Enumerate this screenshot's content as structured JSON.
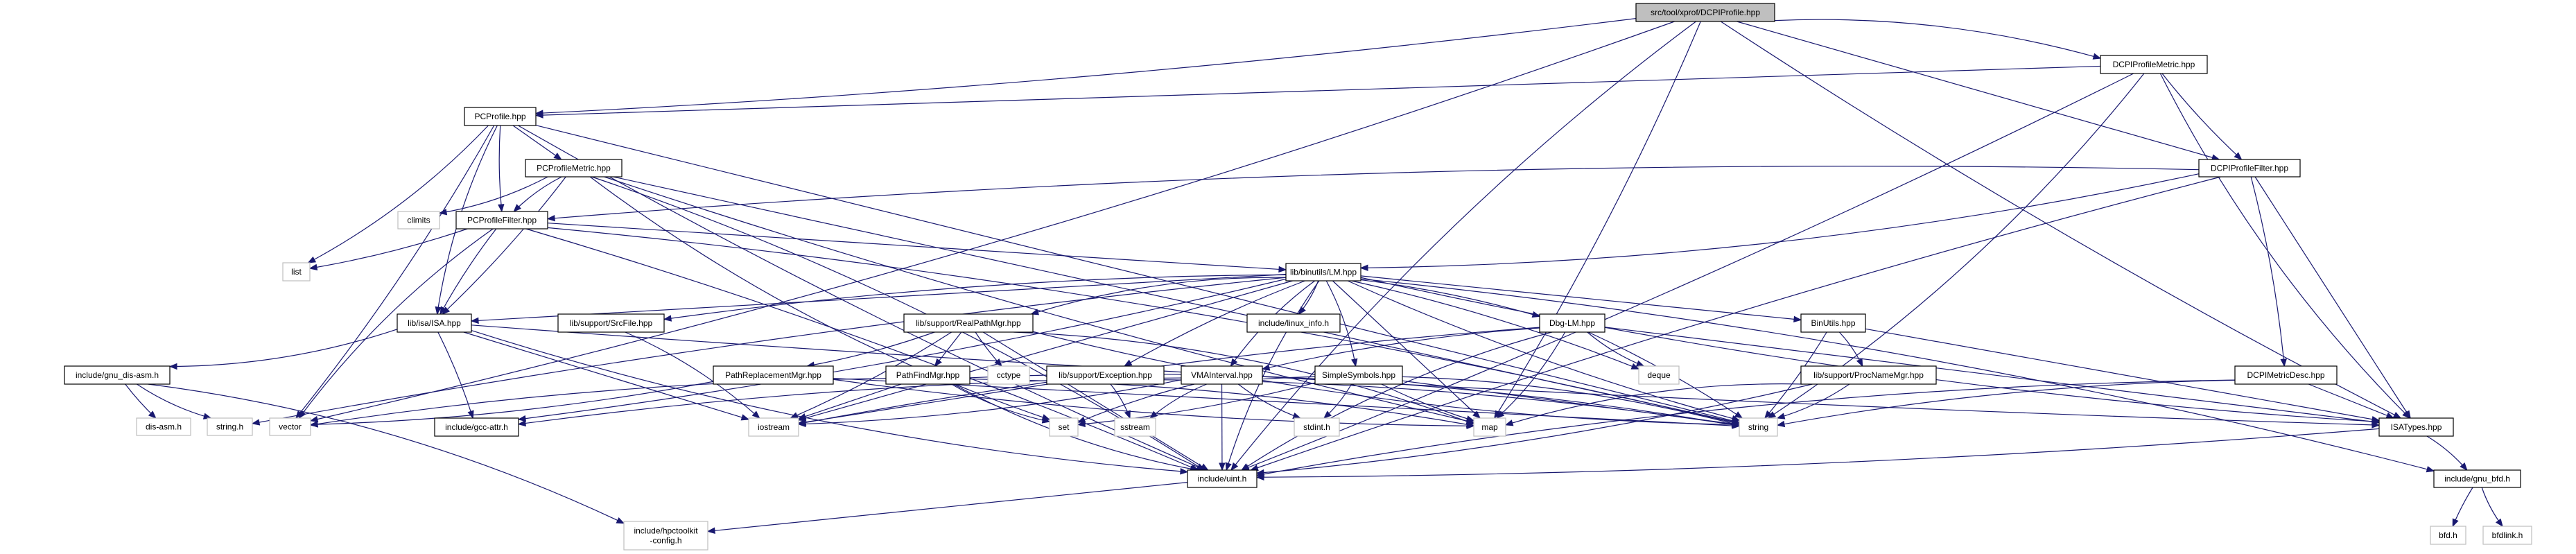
{
  "title": "Include dependency graph for src/tool/xprof/DCPIProfile.hpp",
  "colors": {
    "edge": "#191970",
    "root_fill": "#bfbfbf",
    "internal_border": "#000000",
    "external_border": "#bfbfbf",
    "node_fill": "#ffffff"
  },
  "nodes": [
    {
      "id": "root",
      "label": "src/tool/xprof/DCPIProfile.hpp",
      "kind": "root"
    },
    {
      "id": "dcpimetric",
      "label": "DCPIProfileMetric.hpp",
      "kind": "internal"
    },
    {
      "id": "pcprofile",
      "label": "PCProfile.hpp",
      "kind": "internal"
    },
    {
      "id": "dcpifilter",
      "label": "DCPIProfileFilter.hpp",
      "kind": "internal"
    },
    {
      "id": "pcmetric",
      "label": "PCProfileMetric.hpp",
      "kind": "internal"
    },
    {
      "id": "climits",
      "label": "climits",
      "kind": "external"
    },
    {
      "id": "pcfilter",
      "label": "PCProfileFilter.hpp",
      "kind": "internal"
    },
    {
      "id": "list",
      "label": "list",
      "kind": "external"
    },
    {
      "id": "lm",
      "label": "lib/binutils/LM.hpp",
      "kind": "internal"
    },
    {
      "id": "isa",
      "label": "lib/isa/ISA.hpp",
      "kind": "internal"
    },
    {
      "id": "srcfile",
      "label": "lib/support/SrcFile.hpp",
      "kind": "internal"
    },
    {
      "id": "realpath",
      "label": "lib/support/RealPathMgr.hpp",
      "kind": "internal"
    },
    {
      "id": "linuxinfo",
      "label": "include/linux_info.h",
      "kind": "internal"
    },
    {
      "id": "dbglm",
      "label": "Dbg-LM.hpp",
      "kind": "internal"
    },
    {
      "id": "binutils",
      "label": "BinUtils.hpp",
      "kind": "internal"
    },
    {
      "id": "disasm",
      "label": "include/gnu_dis-asm.h",
      "kind": "internal"
    },
    {
      "id": "pathrepl",
      "label": "PathReplacementMgr.hpp",
      "kind": "internal"
    },
    {
      "id": "pathfind",
      "label": "PathFindMgr.hpp",
      "kind": "internal"
    },
    {
      "id": "cctype",
      "label": "cctype",
      "kind": "external"
    },
    {
      "id": "exception",
      "label": "lib/support/Exception.hpp",
      "kind": "internal"
    },
    {
      "id": "vma",
      "label": "VMAInterval.hpp",
      "kind": "internal"
    },
    {
      "id": "simplesym",
      "label": "SimpleSymbols.hpp",
      "kind": "internal"
    },
    {
      "id": "deque",
      "label": "deque",
      "kind": "external"
    },
    {
      "id": "procname",
      "label": "lib/support/ProcNameMgr.hpp",
      "kind": "internal"
    },
    {
      "id": "dcpidesc",
      "label": "DCPIMetricDesc.hpp",
      "kind": "internal"
    },
    {
      "id": "disasmh",
      "label": "dis-asm.h",
      "kind": "external"
    },
    {
      "id": "stringh",
      "label": "string.h",
      "kind": "external"
    },
    {
      "id": "vector",
      "label": "vector",
      "kind": "external"
    },
    {
      "id": "gccattr",
      "label": "include/gcc-attr.h",
      "kind": "internal"
    },
    {
      "id": "iostream",
      "label": "iostream",
      "kind": "external"
    },
    {
      "id": "set",
      "label": "set",
      "kind": "external"
    },
    {
      "id": "sstream",
      "label": "sstream",
      "kind": "external"
    },
    {
      "id": "stdint",
      "label": "stdint.h",
      "kind": "external"
    },
    {
      "id": "map",
      "label": "map",
      "kind": "external"
    },
    {
      "id": "string",
      "label": "string",
      "kind": "external"
    },
    {
      "id": "isatypes",
      "label": "ISATypes.hpp",
      "kind": "internal"
    },
    {
      "id": "uint",
      "label": "include/uint.h",
      "kind": "internal"
    },
    {
      "id": "gnubfd",
      "label": "include/gnu_bfd.h",
      "kind": "internal"
    },
    {
      "id": "hpcconfig",
      "label": [
        "include/hpctoolkit",
        "-config.h"
      ],
      "kind": "external"
    },
    {
      "id": "bfdh",
      "label": "bfd.h",
      "kind": "external"
    },
    {
      "id": "bfdlink",
      "label": "bfdlink.h",
      "kind": "external"
    }
  ],
  "edges": [
    [
      "root",
      "dcpimetric"
    ],
    [
      "root",
      "pcprofile"
    ],
    [
      "root",
      "dcpifilter"
    ],
    [
      "root",
      "isatypes"
    ],
    [
      "root",
      "uint"
    ],
    [
      "root",
      "vector"
    ],
    [
      "root",
      "map"
    ],
    [
      "dcpimetric",
      "pcprofile"
    ],
    [
      "dcpimetric",
      "dcpifilter"
    ],
    [
      "dcpimetric",
      "isatypes"
    ],
    [
      "dcpimetric",
      "string"
    ],
    [
      "dcpimetric",
      "uint"
    ],
    [
      "pcprofile",
      "pcmetric"
    ],
    [
      "pcprofile",
      "pcfilter"
    ],
    [
      "pcprofile",
      "isa"
    ],
    [
      "pcprofile",
      "list"
    ],
    [
      "pcprofile",
      "vector"
    ],
    [
      "pcprofile",
      "string"
    ],
    [
      "pcprofile",
      "uint"
    ],
    [
      "dcpifilter",
      "pcfilter"
    ],
    [
      "dcpifilter",
      "lm"
    ],
    [
      "dcpifilter",
      "dcpidesc"
    ],
    [
      "dcpifilter",
      "isatypes"
    ],
    [
      "dcpifilter",
      "uint"
    ],
    [
      "pcmetric",
      "pcfilter"
    ],
    [
      "pcmetric",
      "climits"
    ],
    [
      "pcmetric",
      "isa"
    ],
    [
      "pcmetric",
      "string"
    ],
    [
      "pcmetric",
      "map"
    ],
    [
      "pcmetric",
      "set"
    ],
    [
      "pcmetric",
      "uint"
    ],
    [
      "pcfilter",
      "list"
    ],
    [
      "pcfilter",
      "lm"
    ],
    [
      "pcfilter",
      "isa"
    ],
    [
      "pcfilter",
      "vector"
    ],
    [
      "pcfilter",
      "string"
    ],
    [
      "pcfilter",
      "uint"
    ],
    [
      "lm",
      "isa"
    ],
    [
      "lm",
      "srcfile"
    ],
    [
      "lm",
      "realpath"
    ],
    [
      "lm",
      "linuxinfo"
    ],
    [
      "lm",
      "dbglm"
    ],
    [
      "lm",
      "binutils"
    ],
    [
      "lm",
      "exception"
    ],
    [
      "lm",
      "vma"
    ],
    [
      "lm",
      "simplesym"
    ],
    [
      "lm",
      "deque"
    ],
    [
      "lm",
      "map"
    ],
    [
      "lm",
      "string"
    ],
    [
      "lm",
      "isatypes"
    ],
    [
      "lm",
      "gnubfd"
    ],
    [
      "lm",
      "gccattr"
    ],
    [
      "lm",
      "iostream"
    ],
    [
      "lm",
      "stringh"
    ],
    [
      "lm",
      "uint"
    ],
    [
      "isa",
      "disasm"
    ],
    [
      "isa",
      "gccattr"
    ],
    [
      "isa",
      "iostream"
    ],
    [
      "isa",
      "isatypes"
    ],
    [
      "isa",
      "uint"
    ],
    [
      "srcfile",
      "iostream"
    ],
    [
      "realpath",
      "pathrepl"
    ],
    [
      "realpath",
      "pathfind"
    ],
    [
      "realpath",
      "cctype"
    ],
    [
      "realpath",
      "string"
    ],
    [
      "realpath",
      "map"
    ],
    [
      "realpath",
      "iostream"
    ],
    [
      "realpath",
      "uint"
    ],
    [
      "dbglm",
      "vma"
    ],
    [
      "dbglm",
      "deque"
    ],
    [
      "dbglm",
      "map"
    ],
    [
      "dbglm",
      "string"
    ],
    [
      "dbglm",
      "isatypes"
    ],
    [
      "dbglm",
      "iostream"
    ],
    [
      "dbglm",
      "uint"
    ],
    [
      "binutils",
      "procname"
    ],
    [
      "binutils",
      "string"
    ],
    [
      "binutils",
      "isatypes"
    ],
    [
      "disasm",
      "disasmh"
    ],
    [
      "disasm",
      "stringh"
    ],
    [
      "disasm",
      "hpcconfig"
    ],
    [
      "pathrepl",
      "vector"
    ],
    [
      "pathrepl",
      "string"
    ],
    [
      "pathrepl",
      "map"
    ],
    [
      "pathfind",
      "set"
    ],
    [
      "pathfind",
      "string"
    ],
    [
      "pathfind",
      "map"
    ],
    [
      "pathfind",
      "iostream"
    ],
    [
      "pathfind",
      "vector"
    ],
    [
      "pathfind",
      "uint"
    ],
    [
      "exception",
      "sstream"
    ],
    [
      "exception",
      "string"
    ],
    [
      "exception",
      "iostream"
    ],
    [
      "vma",
      "set"
    ],
    [
      "vma",
      "sstream"
    ],
    [
      "vma",
      "string"
    ],
    [
      "vma",
      "iostream"
    ],
    [
      "vma",
      "uint"
    ],
    [
      "vma",
      "gccattr"
    ],
    [
      "vma",
      "stdint"
    ],
    [
      "simplesym",
      "stdint"
    ],
    [
      "simplesym",
      "set"
    ],
    [
      "simplesym",
      "string"
    ],
    [
      "simplesym",
      "map"
    ],
    [
      "procname",
      "map"
    ],
    [
      "procname",
      "string"
    ],
    [
      "procname",
      "uint"
    ],
    [
      "dcpidesc",
      "isatypes"
    ],
    [
      "dcpidesc",
      "string"
    ],
    [
      "dcpidesc",
      "uint"
    ],
    [
      "isatypes",
      "gnubfd"
    ],
    [
      "isatypes",
      "uint"
    ],
    [
      "uint",
      "hpcconfig"
    ],
    [
      "gnubfd",
      "bfdh"
    ],
    [
      "gnubfd",
      "bfdlink"
    ]
  ]
}
